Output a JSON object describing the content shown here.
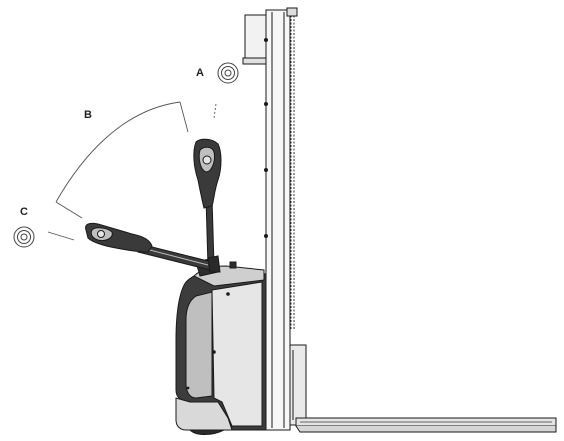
{
  "diagram": {
    "labels": {
      "a": "A",
      "b": "B",
      "c": "C"
    },
    "icons": {
      "position_a": "double-circle-icon",
      "position_c": "double-circle-icon"
    },
    "colors": {
      "outline": "#1a1a1a",
      "body_dark": "#3c3c3c",
      "body_mid": "#bfbfbf",
      "body_light": "#e6e6e6",
      "arc": "#555555"
    }
  }
}
